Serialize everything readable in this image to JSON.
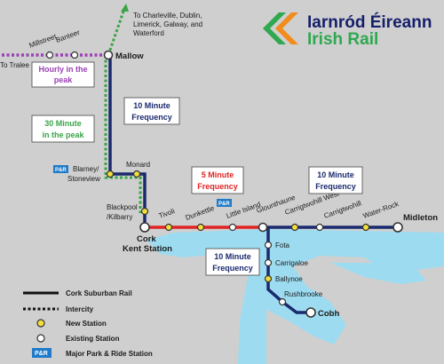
{
  "brand": {
    "name_irish": "Iarnród Éireann",
    "name_english": "Irish Rail",
    "colors": {
      "navy": "#15206b",
      "green": "#2fa84f",
      "orange": "#f28c1c"
    }
  },
  "colors": {
    "land": "#cfcfcf",
    "sea": "#9ddcf0",
    "suburban": "#1a2a6e",
    "intercity_green": "#3aa447",
    "intercity_purple": "#9b3fb6",
    "five_minute": "#e02424",
    "new_station": "#f2df3c"
  },
  "directions": {
    "north": "To Charleville, Dublin, Limerick, Galway, and Waterford",
    "west": "To Tralee"
  },
  "stations": {
    "mallow": "Mallow",
    "millstreet": "Millstreet",
    "banteer": "Banteer",
    "monard": "Monard",
    "blarney": "Blarney/ Stoneview",
    "blackpool": "Blackpool /Kilbarry",
    "cork": "Cork Kent Station",
    "tivoli": "Tivoli",
    "dunkettle": "Dunkettle",
    "little_island": "Little Island",
    "glounthaune": "Glounthaune",
    "carrigtwohill_west": "Carrigtwohill West",
    "carrigtwohill": "Carrigtwohill",
    "water_rock": "Water-Rock",
    "midleton": "Midleton",
    "fota": "Fota",
    "carrigaloe": "Carrigaloe",
    "ballynoe": "Ballynoe",
    "rushbrooke": "Rushbrooke",
    "cobh": "Cobh"
  },
  "park_ride_label": "P&R",
  "frequency_boxes": {
    "hourly": "Hourly in the peak",
    "thirty_min": "30 Minute in the peak",
    "ten_min_north": "10 Minute Frequency",
    "five_min": "5 Minute Frequency",
    "ten_min_east": "10 Minute Frequency",
    "ten_min_cobh": "10 Minute Frequency"
  },
  "legend": {
    "suburban": "Cork Suburban Rail",
    "intercity": "Intercity",
    "new_station": "New Station",
    "existing_station": "Existing Station",
    "park_ride": "Major Park & Ride Station"
  }
}
